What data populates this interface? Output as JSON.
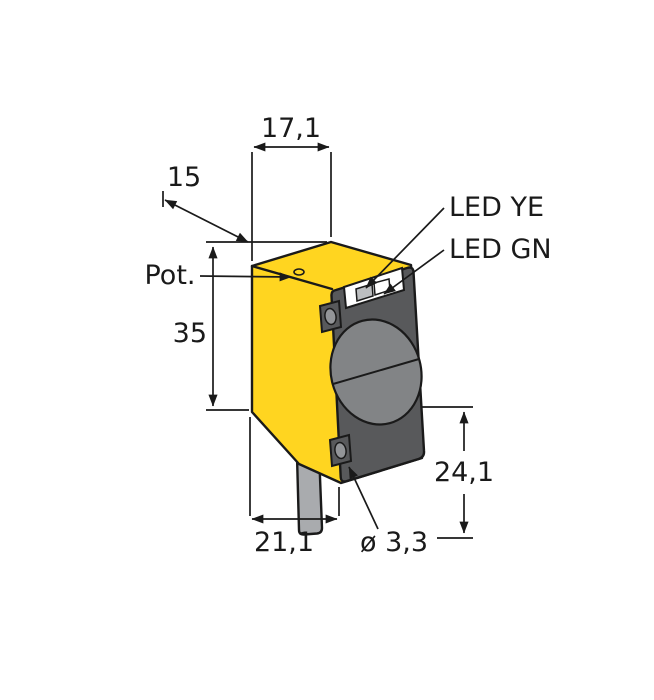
{
  "drawing": {
    "labels": {
      "pot": "Pot.",
      "led_ye": "LED YE",
      "led_gn": "LED GN"
    },
    "dimensions": {
      "top_width": "17,1",
      "top_depth": "15",
      "body_height": "35",
      "front_height": "24,1",
      "bottom_width": "21,1",
      "hole_diameter": "ø 3,3"
    },
    "colors": {
      "body": "#FFD520",
      "front": "#58595B",
      "lens": "#828486",
      "cable": "#A9ABAE",
      "led_left": "#BCBEC0",
      "led_right": "#FFFFFF",
      "slot_inner": "#939598",
      "led_window": "#FFFFFF",
      "line": "#1A1A1A",
      "background": "#FFFFFF"
    }
  }
}
